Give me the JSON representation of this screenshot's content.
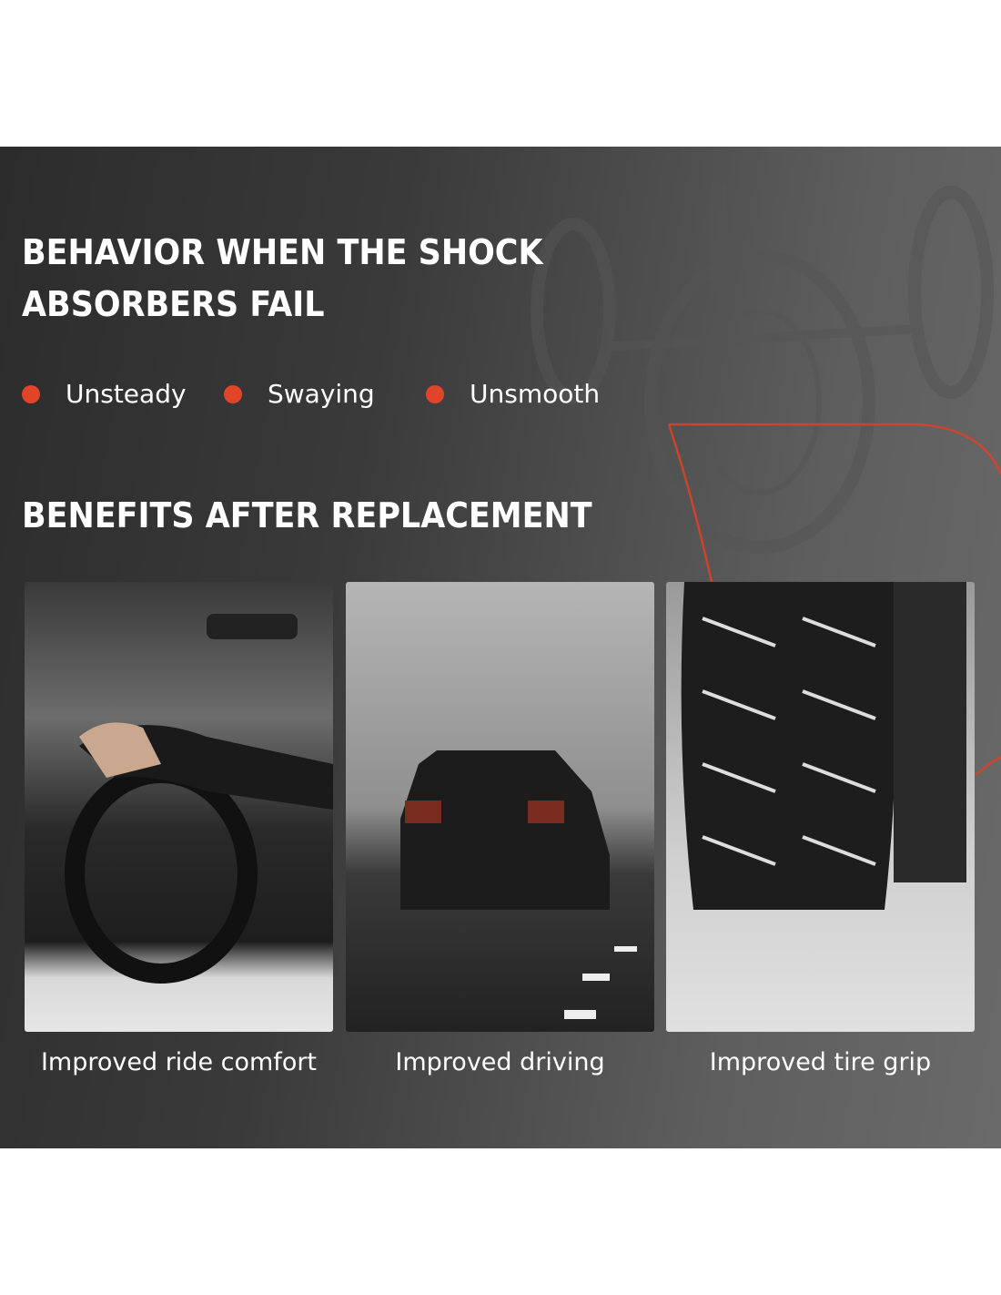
{
  "heading_fail": [
    "BEHAVIOR WHEN THE SHOCK",
    "ABSORBERS FAIL"
  ],
  "symptoms": [
    "Unsteady",
    "Swaying",
    "Unsmooth"
  ],
  "heading_benefits": "BENEFITS AFTER REPLACEMENT",
  "benefits": [
    {
      "caption": "Improved ride comfort",
      "image": "hand-on-steering-wheel"
    },
    {
      "caption": "Improved driving",
      "image": "suv-on-road"
    },
    {
      "caption": "Improved tire grip",
      "image": "tire-in-snow"
    }
  ],
  "colors": {
    "accent": "#e0452a",
    "background": "#3a3a3a"
  }
}
